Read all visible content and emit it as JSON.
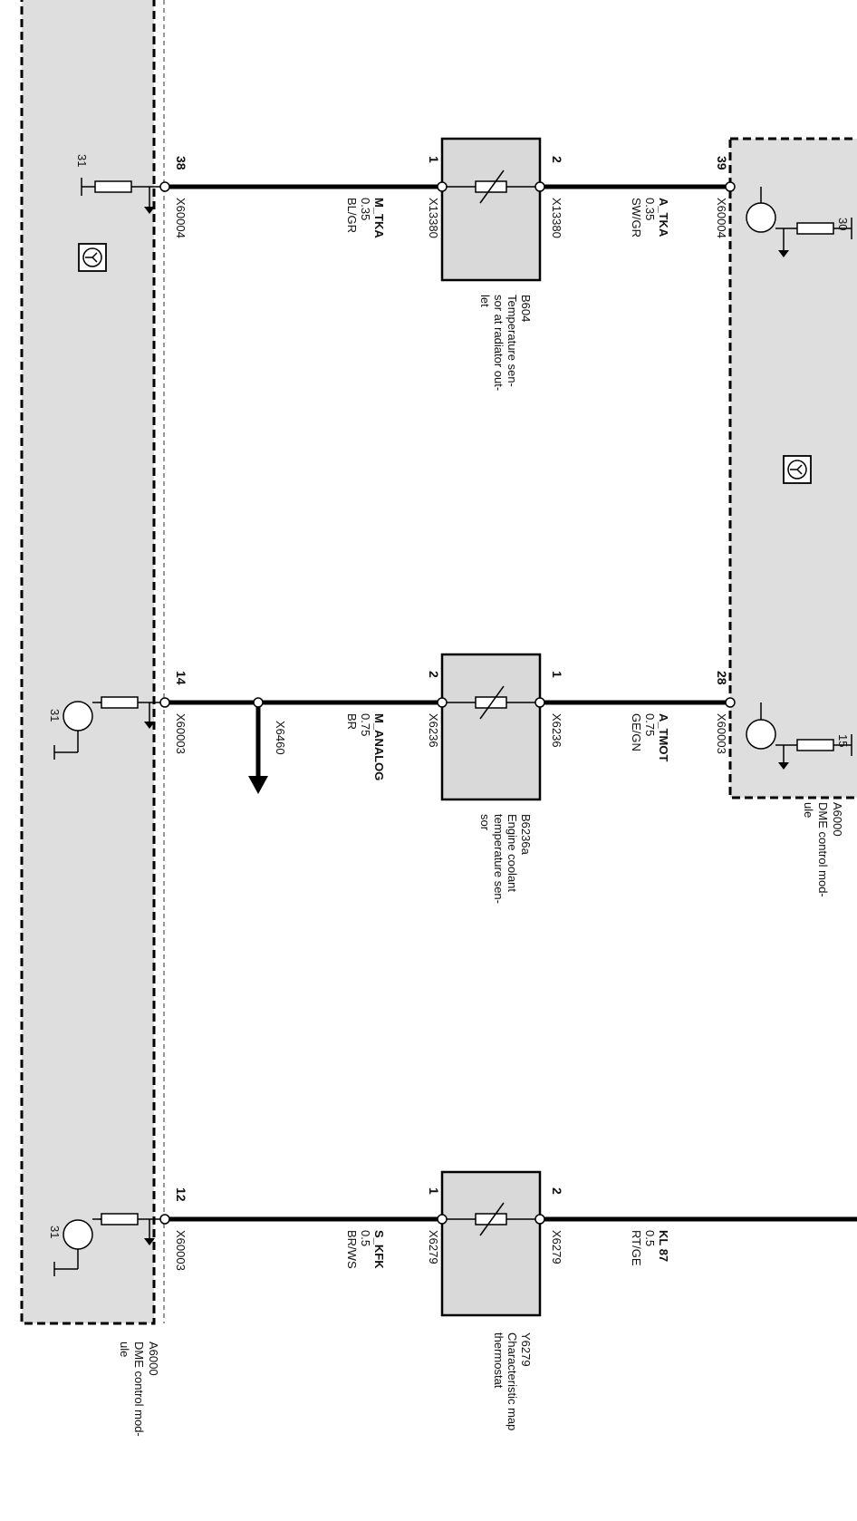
{
  "modules": {
    "left": {
      "id": "A6000",
      "name_line1": "DME control mod-",
      "name_line2": "ule"
    },
    "right": {
      "id": "A6000",
      "name_line1": "DME control mod-",
      "name_line2": "ule"
    }
  },
  "circuits": [
    {
      "left_pin": "38",
      "left_connector": "X60004",
      "ground_left": "31",
      "signal": "M_TKA",
      "size_left": "0.35",
      "color_left": "BL/GR",
      "comp_pin_left": "1",
      "comp_conn_left": "X13380",
      "comp_pin_right": "2",
      "comp_conn_right": "X13380",
      "component_id": "B604",
      "component_desc": [
        "Temperature sen-",
        "sor at radiator out-",
        "let"
      ],
      "signal_right": "A_TKA",
      "size_right": "0.35",
      "color_right": "SW/GR",
      "right_pin": "39",
      "right_connector": "X60004",
      "ground_right": "30"
    },
    {
      "left_pin": "14",
      "left_connector": "X60003",
      "ground_left": "31",
      "splice": "X6460",
      "signal": "M_ANALOG",
      "size_left": "0.75",
      "color_left": "BR",
      "comp_pin_left": "2",
      "comp_conn_left": "X6236",
      "comp_pin_right": "1",
      "comp_conn_right": "X6236",
      "component_id": "B6236a",
      "component_desc": [
        "Engine coolant",
        "temperature sen-",
        "sor"
      ],
      "signal_right": "A_TMOT",
      "size_right": "0.75",
      "color_right": "GE/GN",
      "right_pin": "28",
      "right_connector": "X60003",
      "ground_right": "15"
    },
    {
      "left_pin": "12",
      "left_connector": "X60003",
      "ground_left": "31",
      "signal": "S_KFK",
      "size_left": "0.5",
      "color_left": "BR/WS",
      "comp_pin_left": "1",
      "comp_conn_left": "X6279",
      "comp_pin_right": "2",
      "comp_conn_right": "X6279",
      "component_id": "Y6279",
      "component_desc": [
        "Characteristic map",
        "thermostat"
      ],
      "signal_right": "KL 87",
      "size_right": "0.5",
      "color_right": "RT/GE"
    }
  ]
}
